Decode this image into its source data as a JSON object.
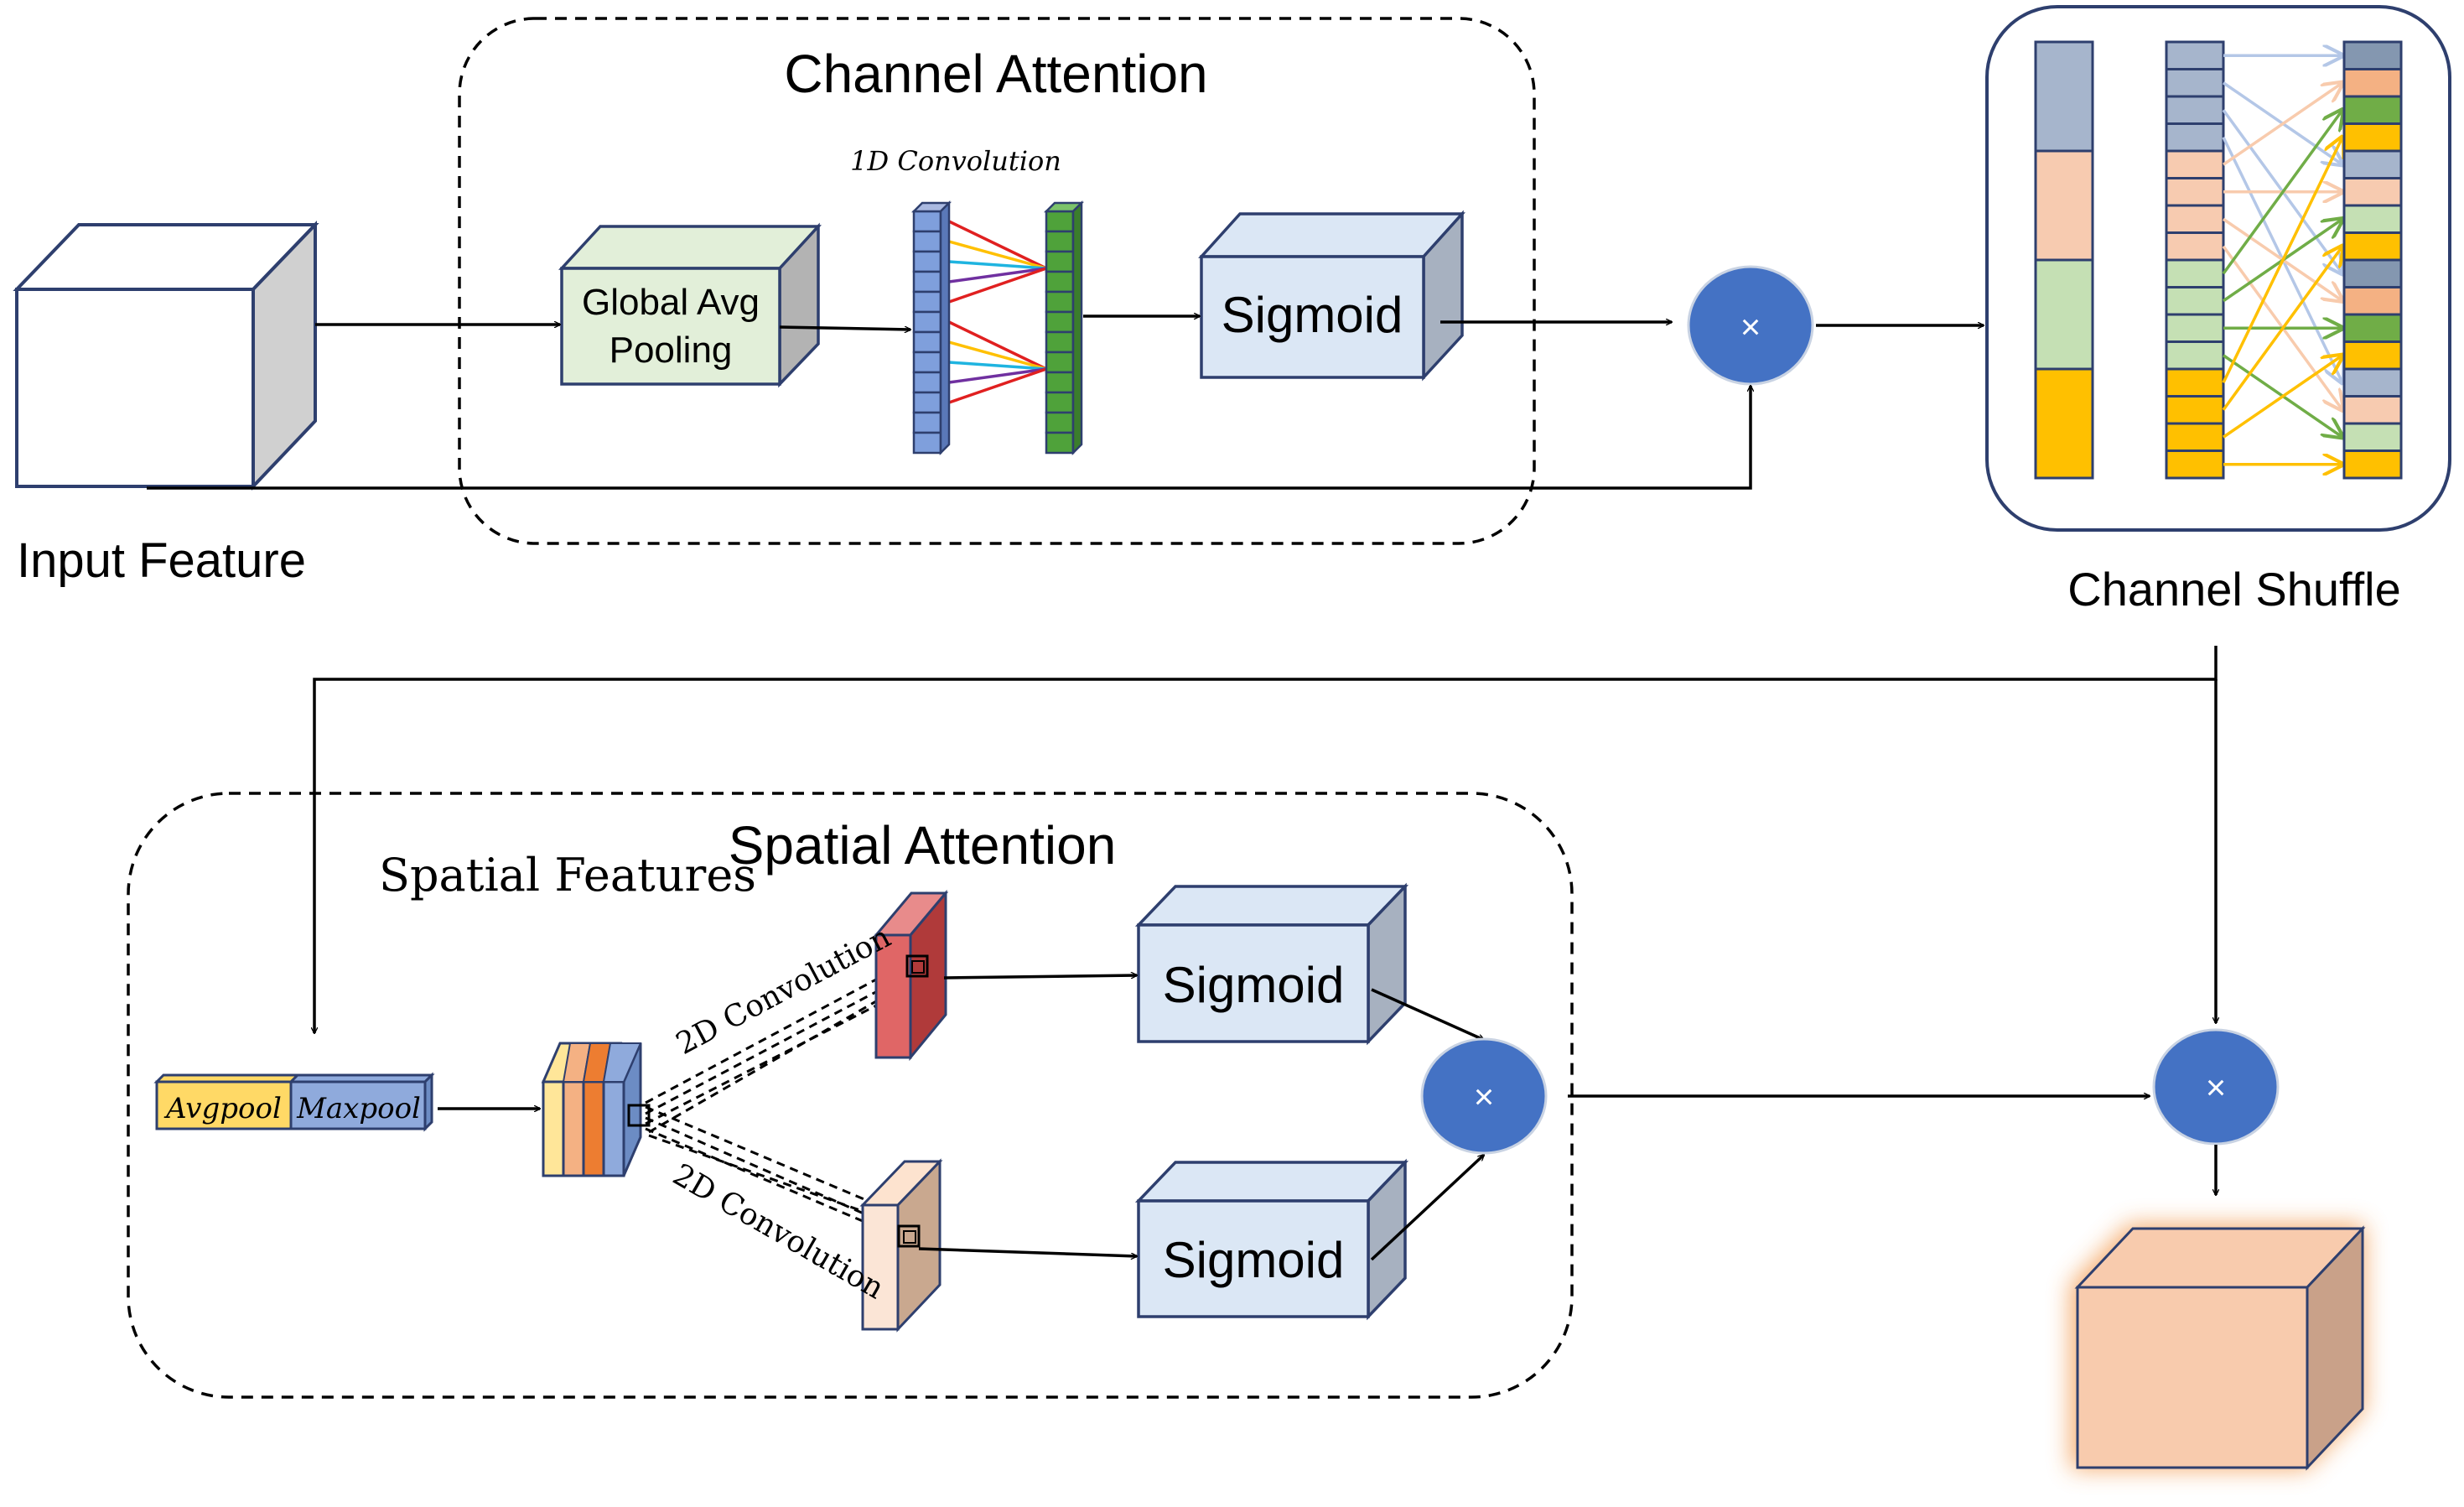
{
  "channel_attention": {
    "title": "Channel Attention",
    "conv_label": "1D Convolution",
    "pool_label_line1": "Global Avg",
    "pool_label_line2": "Pooling",
    "sigmoid_label": "Sigmoid"
  },
  "input_feature_label": "Input Feature",
  "channel_shuffle_label": "Channel Shuffle",
  "multiply_symbol": "×",
  "spatial_attention": {
    "title": "Spatial Attention",
    "features_label": "Spatial Features",
    "avgpool_label": "Avgpool",
    "maxpool_label": "Maxpool",
    "conv_top_label": "2D Convolution",
    "conv_bottom_label": "2D Convolution",
    "sigmoid_top_label": "Sigmoid",
    "sigmoid_bottom_label": "Sigmoid"
  },
  "colors": {
    "conv_blue": "#7f9fdc",
    "conv_green": "#4fa23a",
    "pool_green": "#e2efd9",
    "sigmoid_blue": "#dbe7f5",
    "multiply_blue": "#4472c4",
    "shuffle_gray": "#a6b5cc",
    "shuffle_peach": "#f7cbb0",
    "shuffle_green": "#c5e0b4",
    "shuffle_yellow": "#ffc000",
    "output_peach": "#f8cbad",
    "glow_orange": "#f4a460",
    "line_red": "#e02020",
    "line_yellow": "#ffc000",
    "line_cyan": "#1fb4e0",
    "line_purple": "#7030a0"
  }
}
